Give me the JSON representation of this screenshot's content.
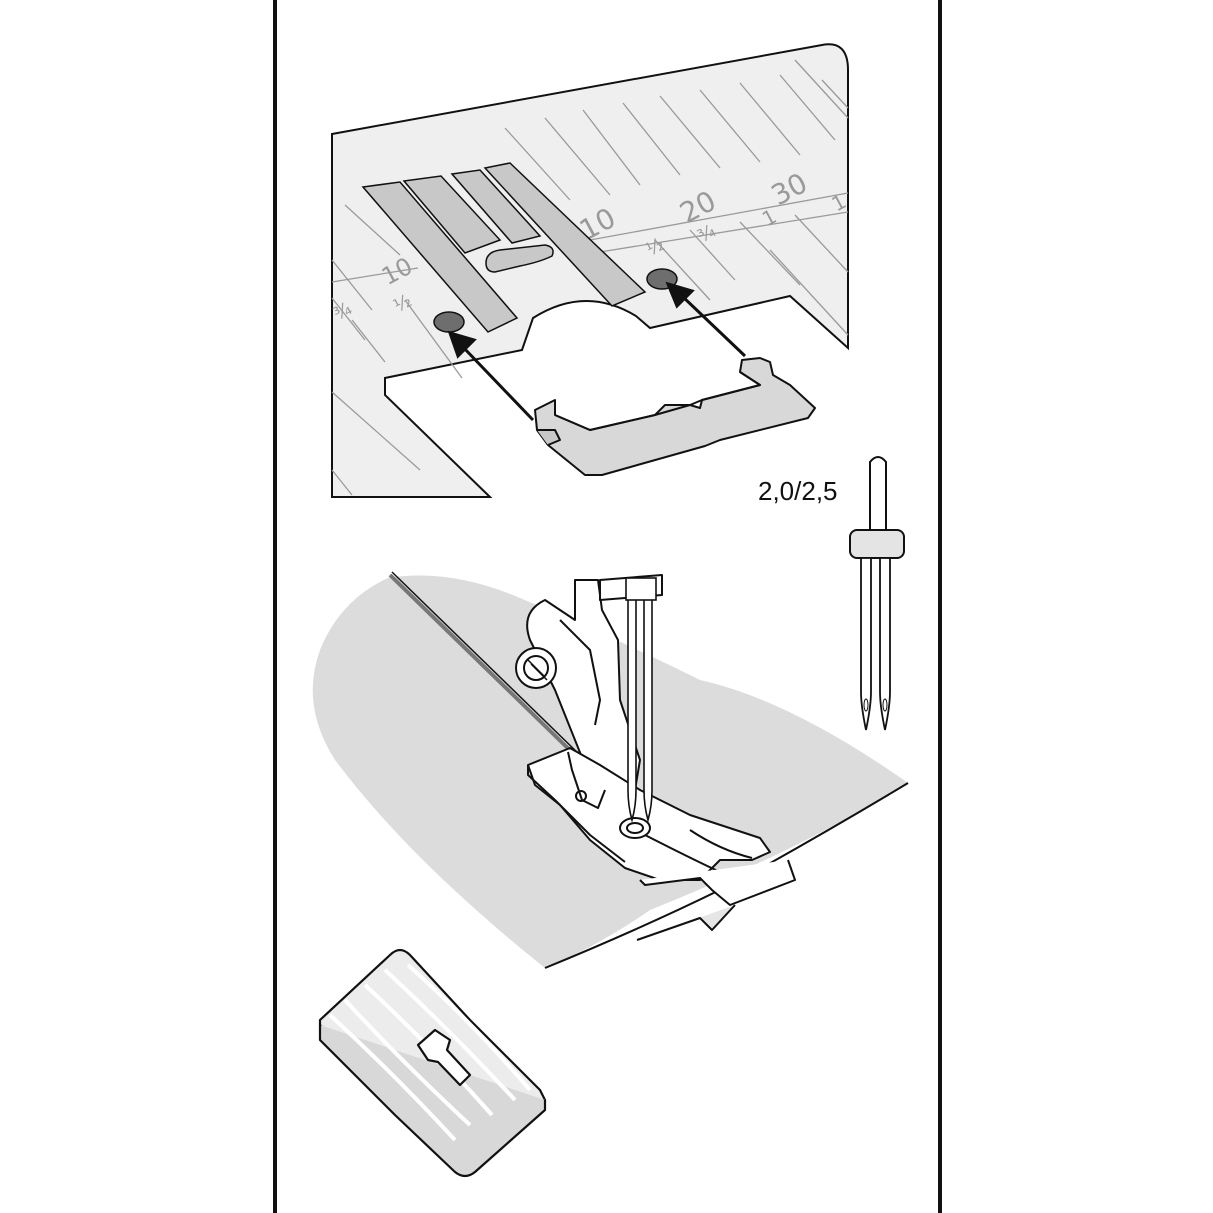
{
  "plate_labels": {
    "left_10": "10",
    "left_half": "½",
    "left_three_quarter": "¾",
    "right_10": "10",
    "right_20": "20",
    "right_30": "30",
    "right_half": "½",
    "right_three_quarter": "¾",
    "right_1": "1",
    "right_1_partial": "1"
  },
  "needle_size_label": "2,0/2,5",
  "colors": {
    "plate": "#efefef",
    "feed_dogs": "#c8c8c8",
    "fabric": "#dcdcdc",
    "outline": "#111111",
    "ruler_lines": "#9a9a9a"
  }
}
